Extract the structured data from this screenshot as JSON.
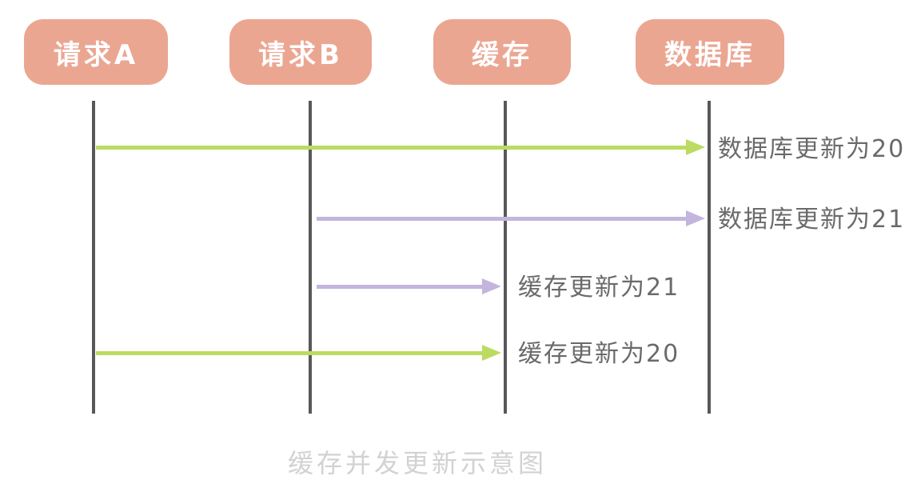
{
  "diagram": {
    "title": "缓存并发更新示意图",
    "actors": [
      {
        "id": "request-a",
        "label": "请求A"
      },
      {
        "id": "request-b",
        "label": "请求B"
      },
      {
        "id": "cache",
        "label": "缓存"
      },
      {
        "id": "database",
        "label": "数据库"
      }
    ],
    "messages": [
      {
        "from": "请求A",
        "to": "数据库",
        "label": "数据库更新为20",
        "color": "green"
      },
      {
        "from": "请求B",
        "to": "数据库",
        "label": "数据库更新为21",
        "color": "purple"
      },
      {
        "from": "请求B",
        "to": "缓存",
        "label": "缓存更新为21",
        "color": "purple"
      },
      {
        "from": "请求A",
        "to": "缓存",
        "label": "缓存更新为20",
        "color": "green"
      }
    ],
    "colors": {
      "actor_bg": "#EBA692",
      "actor_text": "#FFFFFF",
      "lifeline": "#58585A",
      "arrow_green": "#BBDB61",
      "arrow_purple": "#C4B5DF",
      "label_text": "#6A6A6A",
      "caption_text": "#D2D2D2"
    }
  }
}
